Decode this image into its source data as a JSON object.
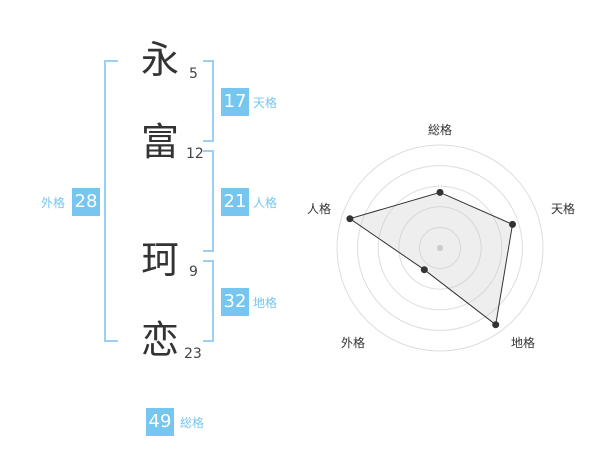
{
  "name": {
    "chars": [
      "永",
      "富",
      "珂",
      "恋"
    ],
    "strokes": [
      "5",
      "12",
      "9",
      "23"
    ]
  },
  "fortunes": {
    "ten": {
      "value": "17",
      "label": "天格"
    },
    "jin": {
      "value": "21",
      "label": "人格"
    },
    "chi": {
      "value": "32",
      "label": "地格"
    },
    "gai": {
      "value": "28",
      "label": "外格"
    },
    "so": {
      "value": "49",
      "label": "総格"
    }
  },
  "colors": {
    "accent": "#76c6f0",
    "bracket": "#9bd0f2"
  },
  "chart_data": {
    "type": "radar",
    "axes": [
      "総格",
      "天格",
      "地格",
      "外格",
      "人格"
    ],
    "series": [
      {
        "values": [
          2.7,
          3.7,
          4.6,
          1.3,
          4.6
        ]
      }
    ],
    "range": [
      0,
      5
    ],
    "grid": true
  }
}
